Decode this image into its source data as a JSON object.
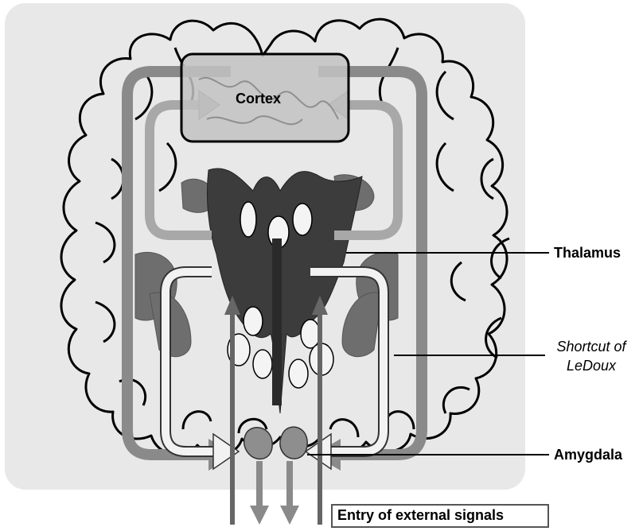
{
  "labels": {
    "cortex": "Cortex",
    "thalamus": "Thalamus",
    "shortcut_line1": "Shortcut of",
    "shortcut_line2": "LeDoux",
    "amygdala": "Amygdala",
    "entry": "Entry of external signals"
  },
  "colors": {
    "panel": "#e8e8e8",
    "cortex_box": "#c2c2c2",
    "cortical_pathway": "#8a8a8a",
    "inner_pathway": "#a8a8a8",
    "shortcut_pathway": "#f2f2f2",
    "thalamus_dark": "#3c3c3c",
    "gray_nuclei": "#6e6e6e",
    "amygdala": "#8e8e8e"
  }
}
